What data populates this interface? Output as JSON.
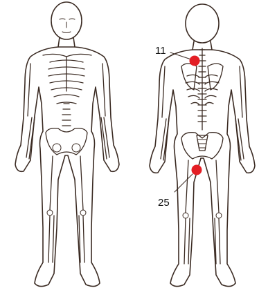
{
  "figures": [
    {
      "view": "front"
    },
    {
      "view": "back"
    }
  ],
  "markers": [
    {
      "label": "11",
      "color": "#e31e24"
    },
    {
      "label": "25",
      "color": "#e31e24"
    }
  ],
  "colors": {
    "line": "#3a2a22",
    "marker": "#e31e24",
    "background": "#ffffff"
  }
}
